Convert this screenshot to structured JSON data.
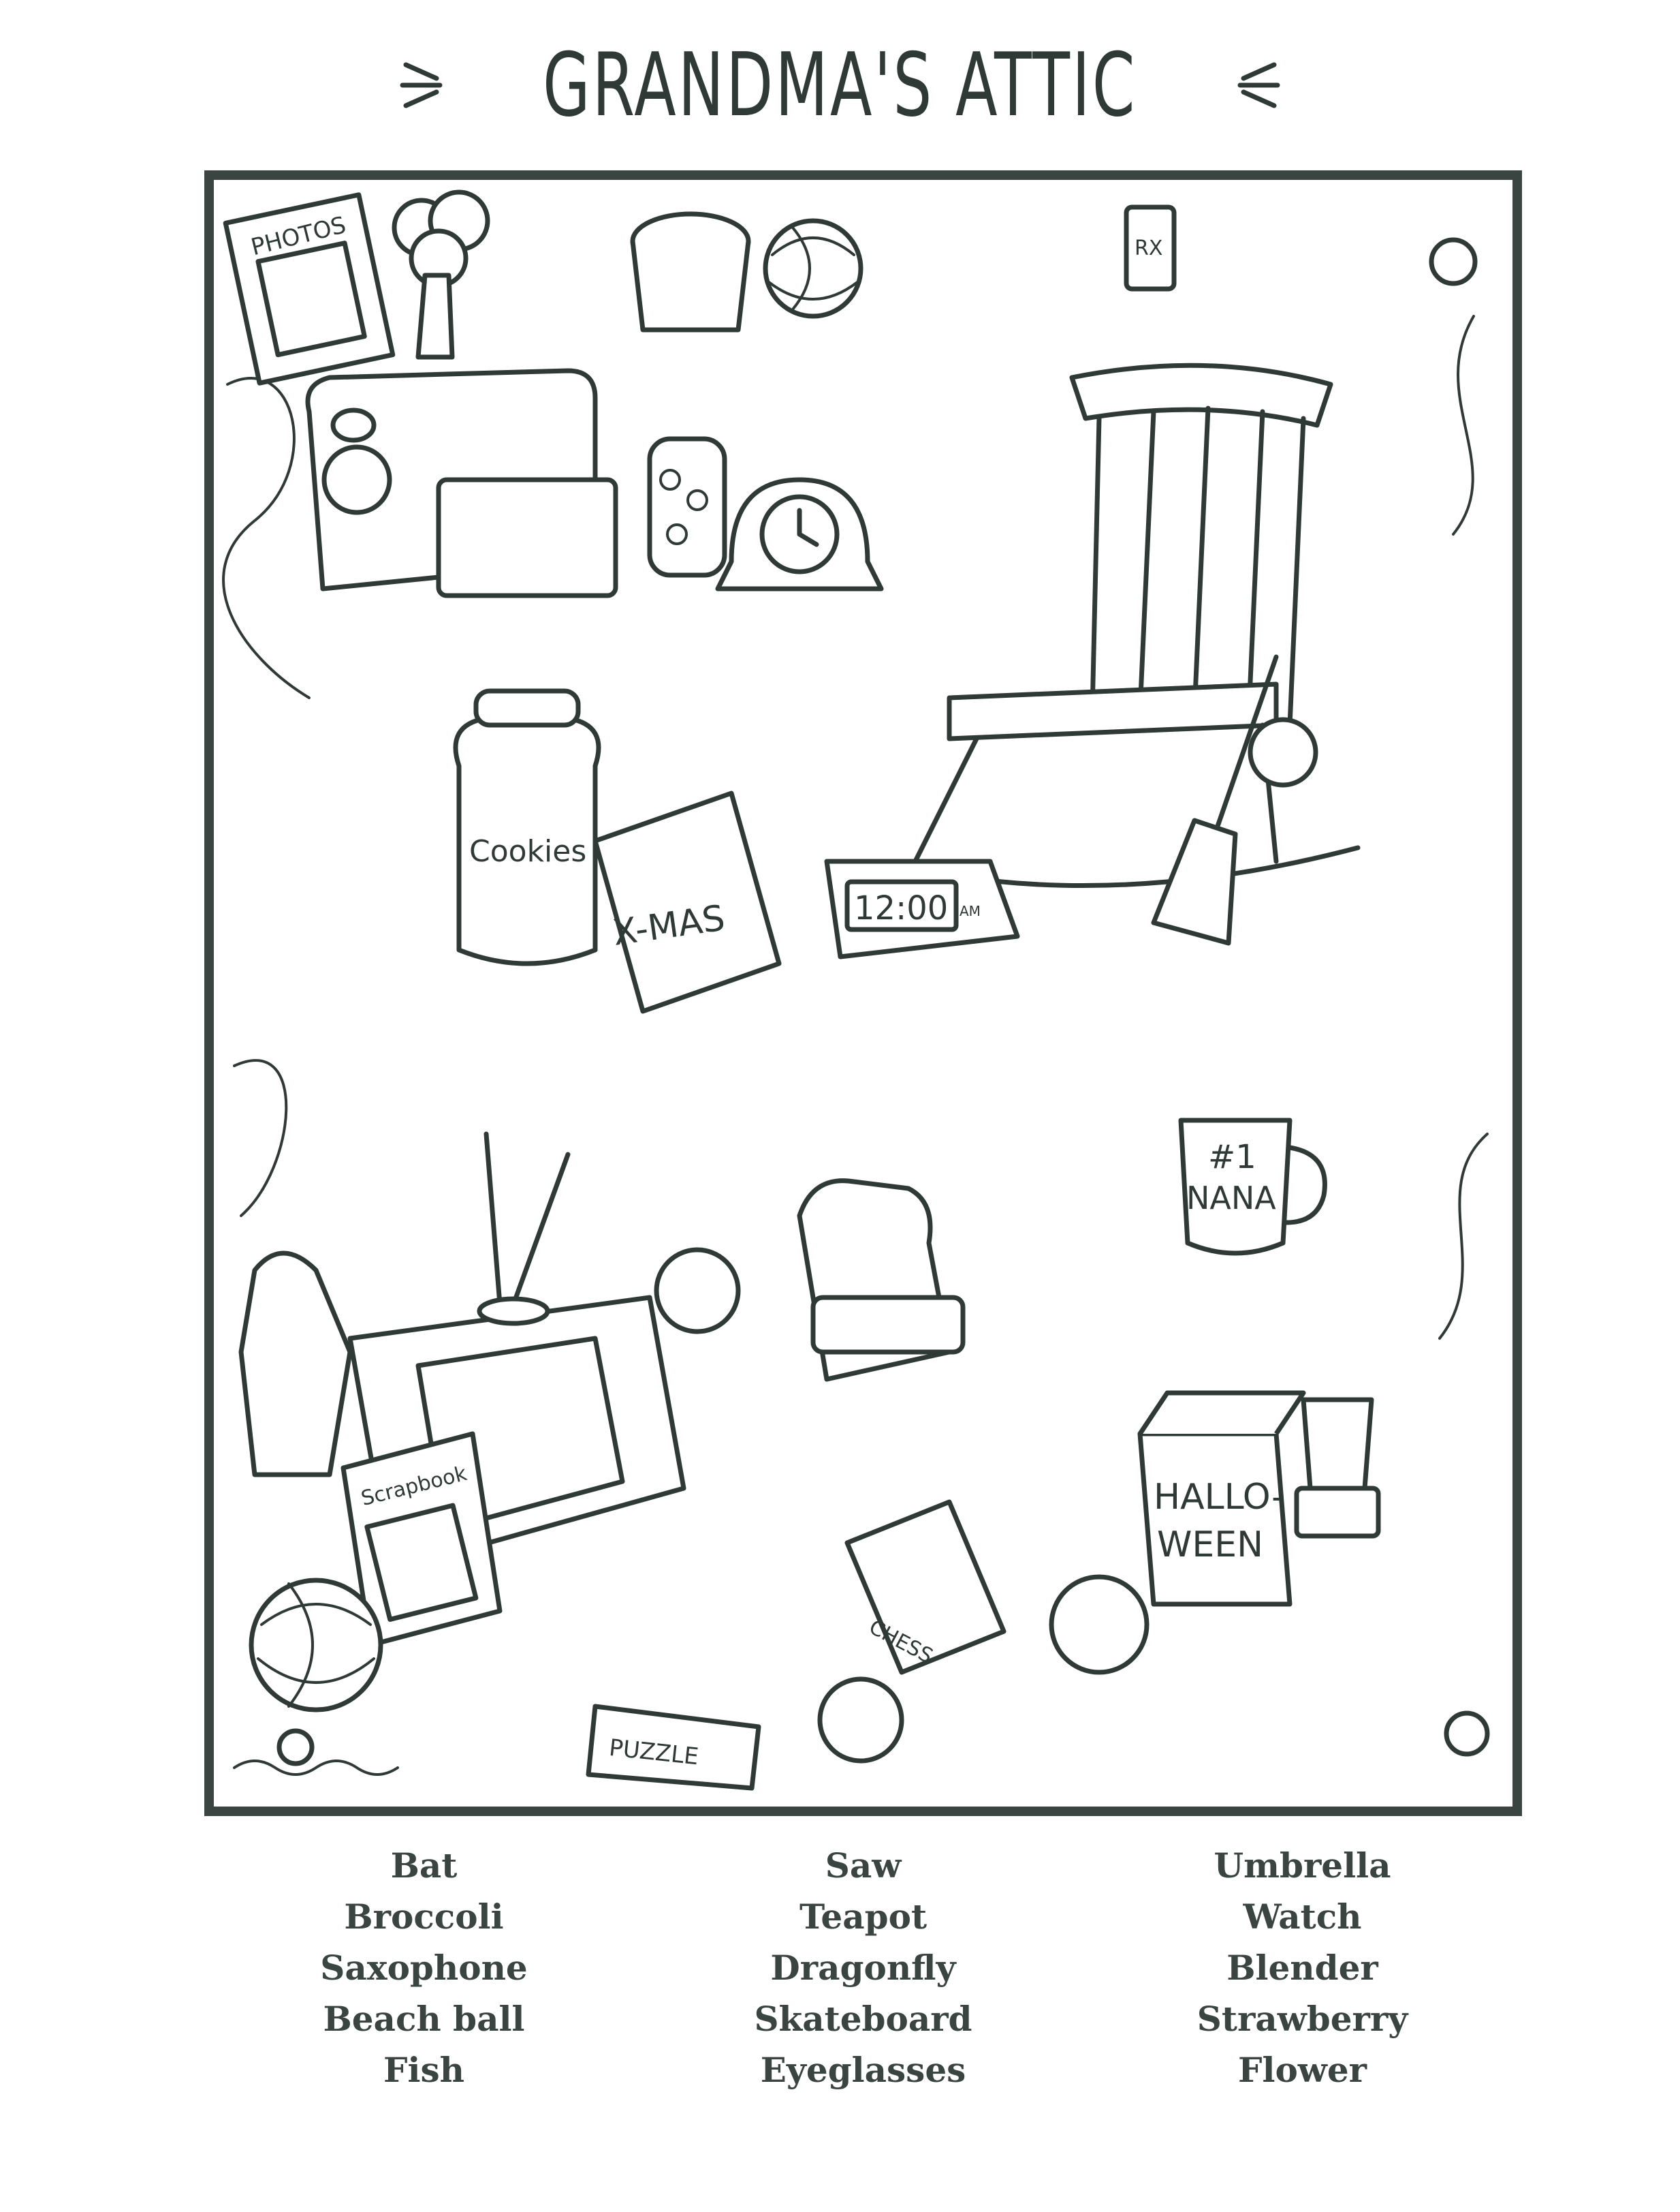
{
  "title": "GRANDMA'S ATTIC",
  "scene_labels": {
    "photos": "PHOTOS",
    "rx": "RX",
    "cookies": "Cookies",
    "xmas": "X-MAS",
    "clock": "12:00",
    "clock_ampm": "AM",
    "nana_1": "#1",
    "nana_2": "NANA",
    "halloween_1": "HALLO-",
    "halloween_2": "WEEN",
    "scrapbook": "Scrapbook",
    "chess": "CHESS",
    "puzzle": "PUZZLE"
  },
  "word_columns": [
    [
      "Bat",
      "Broccoli",
      "Saxophone",
      "Beach ball",
      "Fish"
    ],
    [
      "Saw",
      "Teapot",
      "Dragonfly",
      "Skateboard",
      "Eyeglasses"
    ],
    [
      "Umbrella",
      "Watch",
      "Blender",
      "Strawberry",
      "Flower"
    ]
  ],
  "colors": {
    "ink": "#2f3a36",
    "frame": "#3a4440",
    "paper": "#ffffff"
  }
}
